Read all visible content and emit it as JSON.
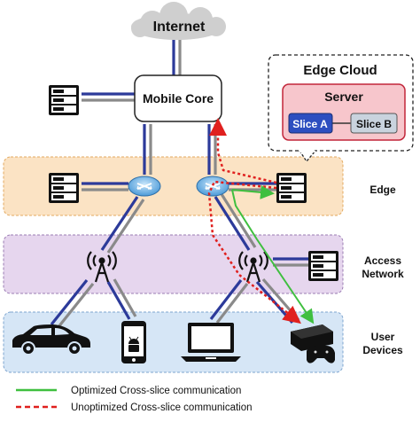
{
  "internet": {
    "label": "Internet"
  },
  "mobile_core": {
    "label": "Mobile Core"
  },
  "edge_cloud": {
    "title": "Edge Cloud",
    "server_label": "Server",
    "slice_a_label": "Slice A",
    "slice_b_label": "Slice B"
  },
  "layers": {
    "edge": "Edge",
    "access_line1": "Access",
    "access_line2": "Network",
    "user_line1": "User",
    "user_line2": "Devices"
  },
  "legend": {
    "optimized": "Optimized Cross-slice communication",
    "unoptimized": "Unoptimized Cross-slice communication"
  },
  "colors": {
    "edge_band": "#fbe3c4",
    "access_band": "#e6d6ee",
    "user_band": "#d6e6f6",
    "optimized": "#3fbf3f",
    "unoptimized": "#e0201e",
    "link_blue": "#2c3a9a",
    "link_gray": "#8a8a8a",
    "server_box": "#f7c6cc",
    "slice_a": "#2d4fc0",
    "slice_b": "#c9d3de"
  }
}
